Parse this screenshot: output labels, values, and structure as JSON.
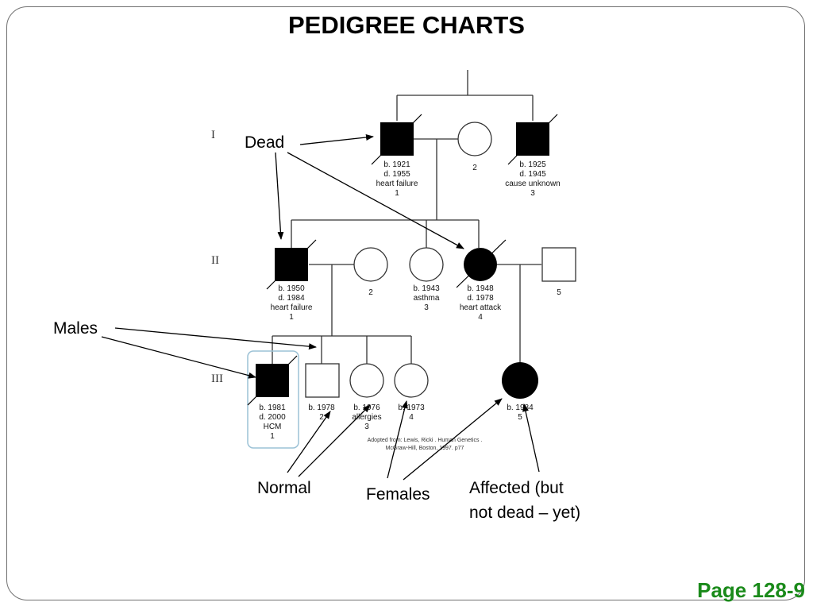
{
  "title": "PEDIGREE CHARTS",
  "page": "Page 128-9",
  "generations": [
    "I",
    "II",
    "III"
  ],
  "gen1": [
    {
      "lines": [
        "b. 1921",
        "d. 1955",
        "heart failure",
        "1"
      ]
    },
    {
      "lines": [
        "2"
      ]
    },
    {
      "lines": [
        "b. 1925",
        "d. 1945",
        "cause unknown",
        "3"
      ]
    }
  ],
  "gen2": [
    {
      "lines": [
        "b. 1950",
        "d. 1984",
        "heart failure",
        "1"
      ]
    },
    {
      "lines": [
        "2"
      ]
    },
    {
      "lines": [
        "b. 1943",
        "asthma",
        "3"
      ]
    },
    {
      "lines": [
        "b. 1948",
        "d. 1978",
        "heart attack",
        "4"
      ]
    },
    {
      "lines": [
        "5"
      ]
    }
  ],
  "gen3": [
    {
      "lines": [
        "b. 1981",
        "d. 2000",
        "HCM",
        "1"
      ]
    },
    {
      "lines": [
        "b. 1978",
        "2"
      ]
    },
    {
      "lines": [
        "b. 1976",
        "allergies",
        "3"
      ]
    },
    {
      "lines": [
        "b. 1973",
        "4"
      ]
    },
    {
      "lines": [
        "b. 1984",
        "5"
      ]
    }
  ],
  "citation": [
    "Adopted from: Lewis, Ricki . Human Genetics .",
    "McGraw-Hill, Boston, 1997. p77"
  ],
  "annotations": {
    "dead": "Dead",
    "males": "Males",
    "normal": "Normal",
    "females": "Females",
    "affected_line1": "Affected (but",
    "affected_line2": "not dead – yet)"
  }
}
